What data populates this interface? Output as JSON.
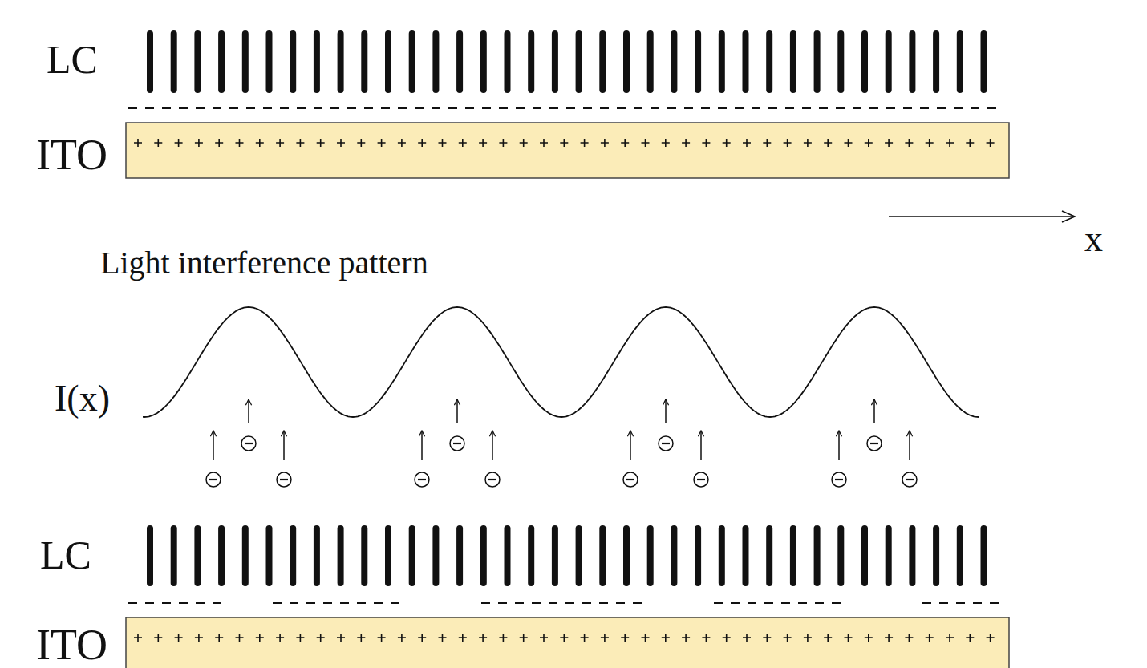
{
  "diagram": {
    "labels": [
      "LC",
      "ITO",
      "x",
      "Light interference pattern",
      "I(x)",
      "LC",
      "ITO"
    ]
  }
}
